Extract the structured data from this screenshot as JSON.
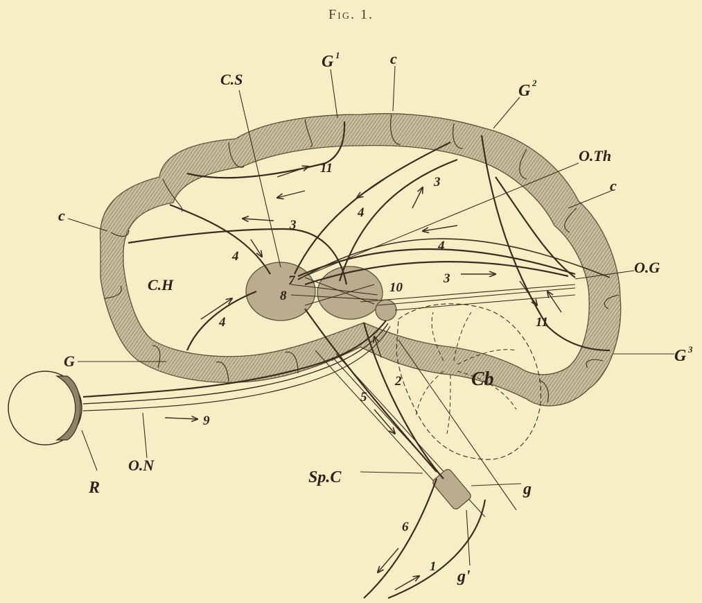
{
  "figure": {
    "title": "Fig. 1."
  },
  "labels": {
    "cs": "C.S",
    "g1": "G",
    "g1_sup": "1",
    "c_top": "c",
    "g2": "G",
    "g2_sup": "2",
    "oth": "O.Th",
    "c_right": "c",
    "c_left": "c",
    "og": "O.G",
    "ch": "C.H",
    "g_left": "G",
    "g3": "G",
    "g3_sup": "3",
    "cb": "Cb",
    "r": "R",
    "on": "O.N",
    "spc": "Sp.C",
    "g_small": "g",
    "g_prime": "g'"
  },
  "numbers": {
    "n11_top": "11",
    "n3_upper": "3",
    "n4_right": "4",
    "n3_left": "3",
    "n4_left_upper": "4",
    "n4_mid": "4",
    "n7": "7",
    "n8": "8",
    "n10": "10",
    "n3_right": "3",
    "n11_right": "11",
    "n4_left_lower": "4",
    "n2": "2",
    "n5": "5",
    "n9": "9",
    "n6": "6",
    "n1": "1"
  },
  "colors": {
    "paper": "#f6efc6",
    "ink": "#3a2c1f",
    "cortex": "#b7ab8b",
    "cortex_edge": "#5d4f3c",
    "ganglion": "#b9ad8e"
  }
}
